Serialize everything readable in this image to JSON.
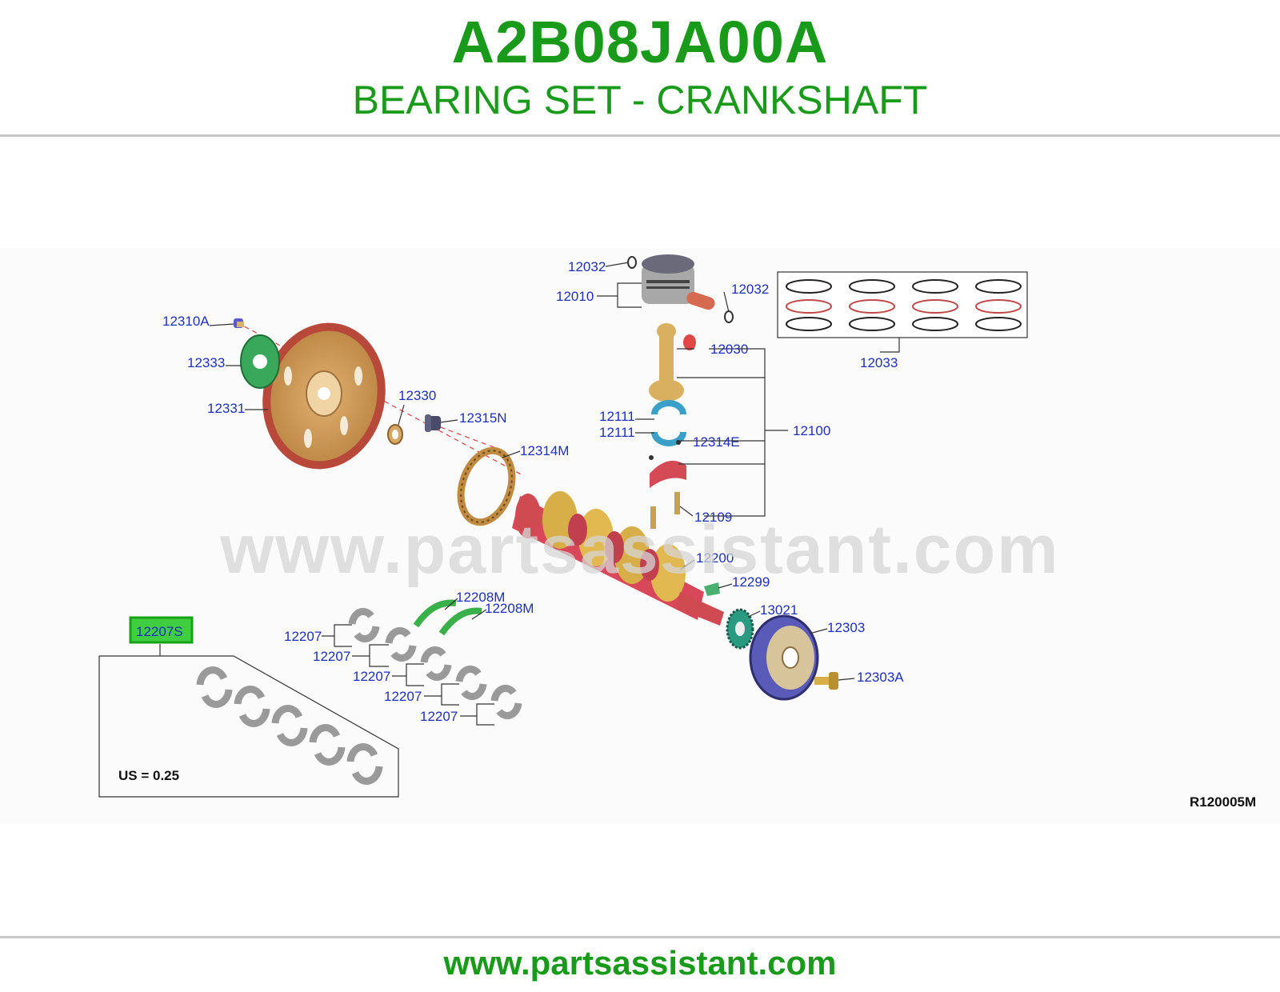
{
  "header": {
    "part_number": "A2B08JA00A",
    "title": "BEARING SET - CRANKSHAFT"
  },
  "footer": {
    "url": "www.partsassistant.com"
  },
  "watermark": "www.partsassistant.com",
  "diagram": {
    "reference_code": "R120005M",
    "inset_note": "US = 0.25",
    "highlighted_part": "12207S",
    "callouts": {
      "c12032a": "12032",
      "c12010": "12010",
      "c12032b": "12032",
      "c12033": "12033",
      "c12310A": "12310A",
      "c12333": "12333",
      "c12331": "12331",
      "c12330": "12330",
      "c12315N": "12315N",
      "c12314M": "12314M",
      "c12030": "12030",
      "c12111a": "12111",
      "c12111b": "12111",
      "c12314E": "12314E",
      "c12100": "12100",
      "c12109": "12109",
      "c12200": "12200",
      "c12299": "12299",
      "c13021": "13021",
      "c12303": "12303",
      "c12303A": "12303A",
      "c12208Ma": "12208M",
      "c12208Mb": "12208M",
      "c12207a": "12207",
      "c12207b": "12207",
      "c12207c": "12207",
      "c12207d": "12207",
      "c12207e": "12207"
    }
  },
  "colors": {
    "brand_green": "#1a9a1a",
    "callout_blue": "#1f2fbf",
    "highlight_green": "#3fce3f"
  }
}
